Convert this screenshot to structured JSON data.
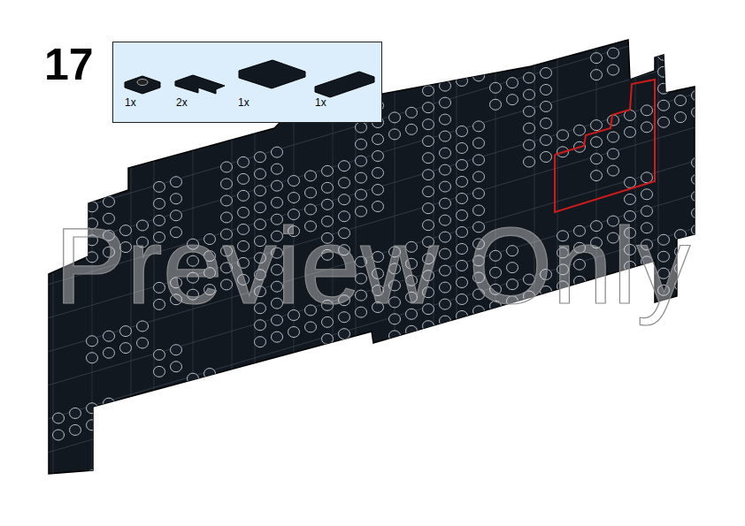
{
  "diagram": {
    "nodes": [
      {
        "text": [
          "1x",
          "2x",
          "1x",
          "1x"
        ]
      }
    ],
    "labels": [
      "17",
      "Preview Only"
    ]
  }
}
